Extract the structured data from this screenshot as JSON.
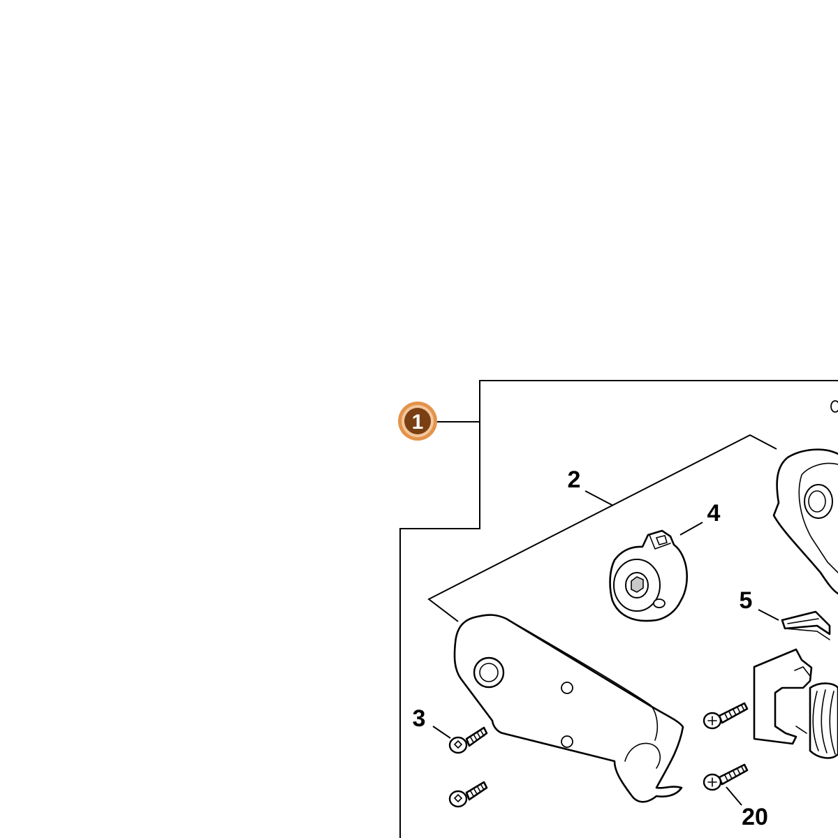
{
  "diagram": {
    "marker": {
      "label": "1",
      "fill_color": "#7a3f12",
      "ring_color": "#e3934b"
    },
    "callouts": [
      {
        "id": "2",
        "text": "2"
      },
      {
        "id": "3",
        "text": "3"
      },
      {
        "id": "4",
        "text": "4"
      },
      {
        "id": "5",
        "text": "5"
      },
      {
        "id": "20",
        "text": "20"
      }
    ],
    "line_color": "#000000"
  }
}
